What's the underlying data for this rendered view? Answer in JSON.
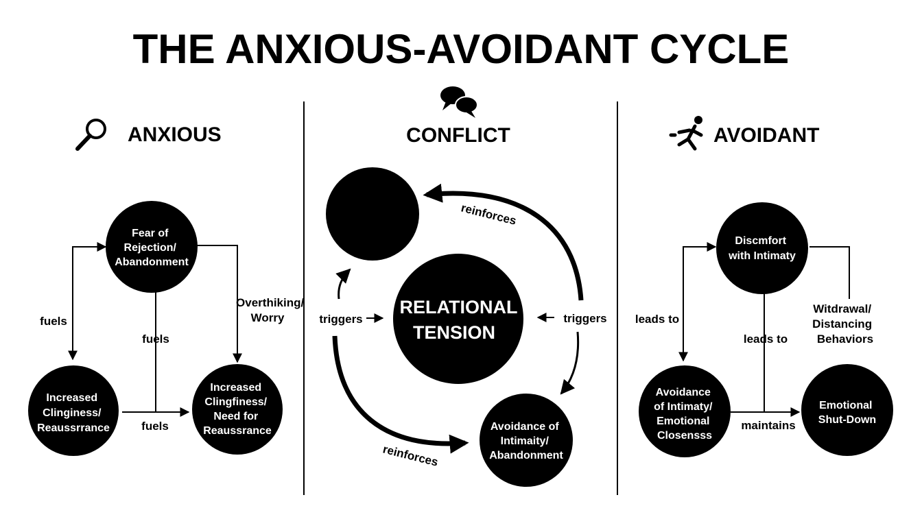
{
  "title": "THE ANXIOUS-AVOIDANT CYCLE",
  "sections": {
    "anxious": {
      "label": "ANXIOUS",
      "icon": "magnifier-icon"
    },
    "conflict": {
      "label": "CONFLICT",
      "icon": "speech-bubbles-icon"
    },
    "avoidant": {
      "label": "AVOIDANT",
      "icon": "running-person-icon"
    }
  },
  "anxious": {
    "nodes": {
      "fear": [
        "Fear of",
        "Rejection/",
        "Abandonment"
      ],
      "clinginess_left": [
        "Increased",
        "Clinginess/",
        "Reaussrrance"
      ],
      "clinginess_right": [
        "Increased",
        "Clingfiness/",
        "Need for",
        "Reaussrance"
      ]
    },
    "labels": {
      "fuels_left": "fuels",
      "fuels_center": "fuels",
      "fuels_bottom": "fuels",
      "overthinking": [
        "Overthiking/",
        "Worry"
      ]
    }
  },
  "conflict": {
    "center": [
      "RELATIONAL",
      "TENSION"
    ],
    "bottom_node": [
      "Avoidance of",
      "Intimaity/",
      "Abandonment"
    ],
    "labels": {
      "reinforces_top": "reinforces",
      "reinforces_bottom": "reinforces",
      "triggers_left": "triggers",
      "triggers_right": "triggers"
    }
  },
  "avoidant": {
    "nodes": {
      "discomfort": [
        "Discmfort",
        "with Intimaty"
      ],
      "avoidance": [
        "Avoidance",
        "of Intimaty/",
        "Emotional",
        "Closensss"
      ],
      "shutdown": [
        "Emotional",
        "Shut-Down"
      ]
    },
    "labels": {
      "leads_left": "leads to",
      "leads_center": "leads to",
      "maintains": "maintains",
      "withdrawal": [
        "Witdrawal/",
        "Distancing",
        "Behaviors"
      ]
    }
  }
}
